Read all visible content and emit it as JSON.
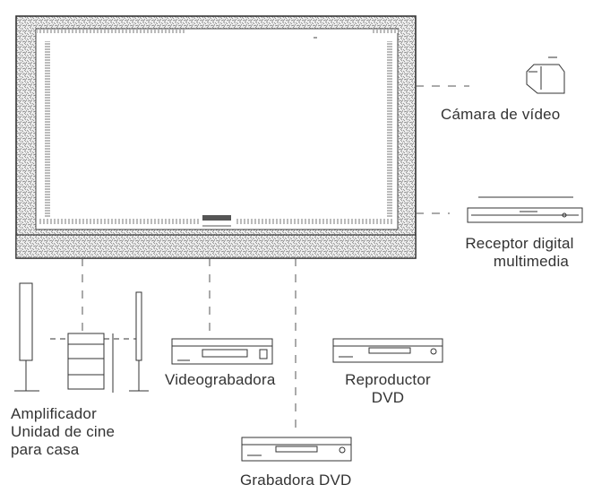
{
  "labels": {
    "camera": "Cámara de vídeo",
    "receiver_line1": "Receptor digital",
    "receiver_line2": "multimedia",
    "vcr": "Videograbadora",
    "dvd_player_line1": "Reproductor",
    "dvd_player_line2": "DVD",
    "amplifier_line1": "Amplificador",
    "amplifier_line2": "Unidad de cine",
    "amplifier_line3": "para casa",
    "dvd_recorder": "Grabadora DVD"
  },
  "colors": {
    "stroke": "#333333",
    "tv_frame_fill": "#e9e9e9",
    "dash": "#555555"
  }
}
